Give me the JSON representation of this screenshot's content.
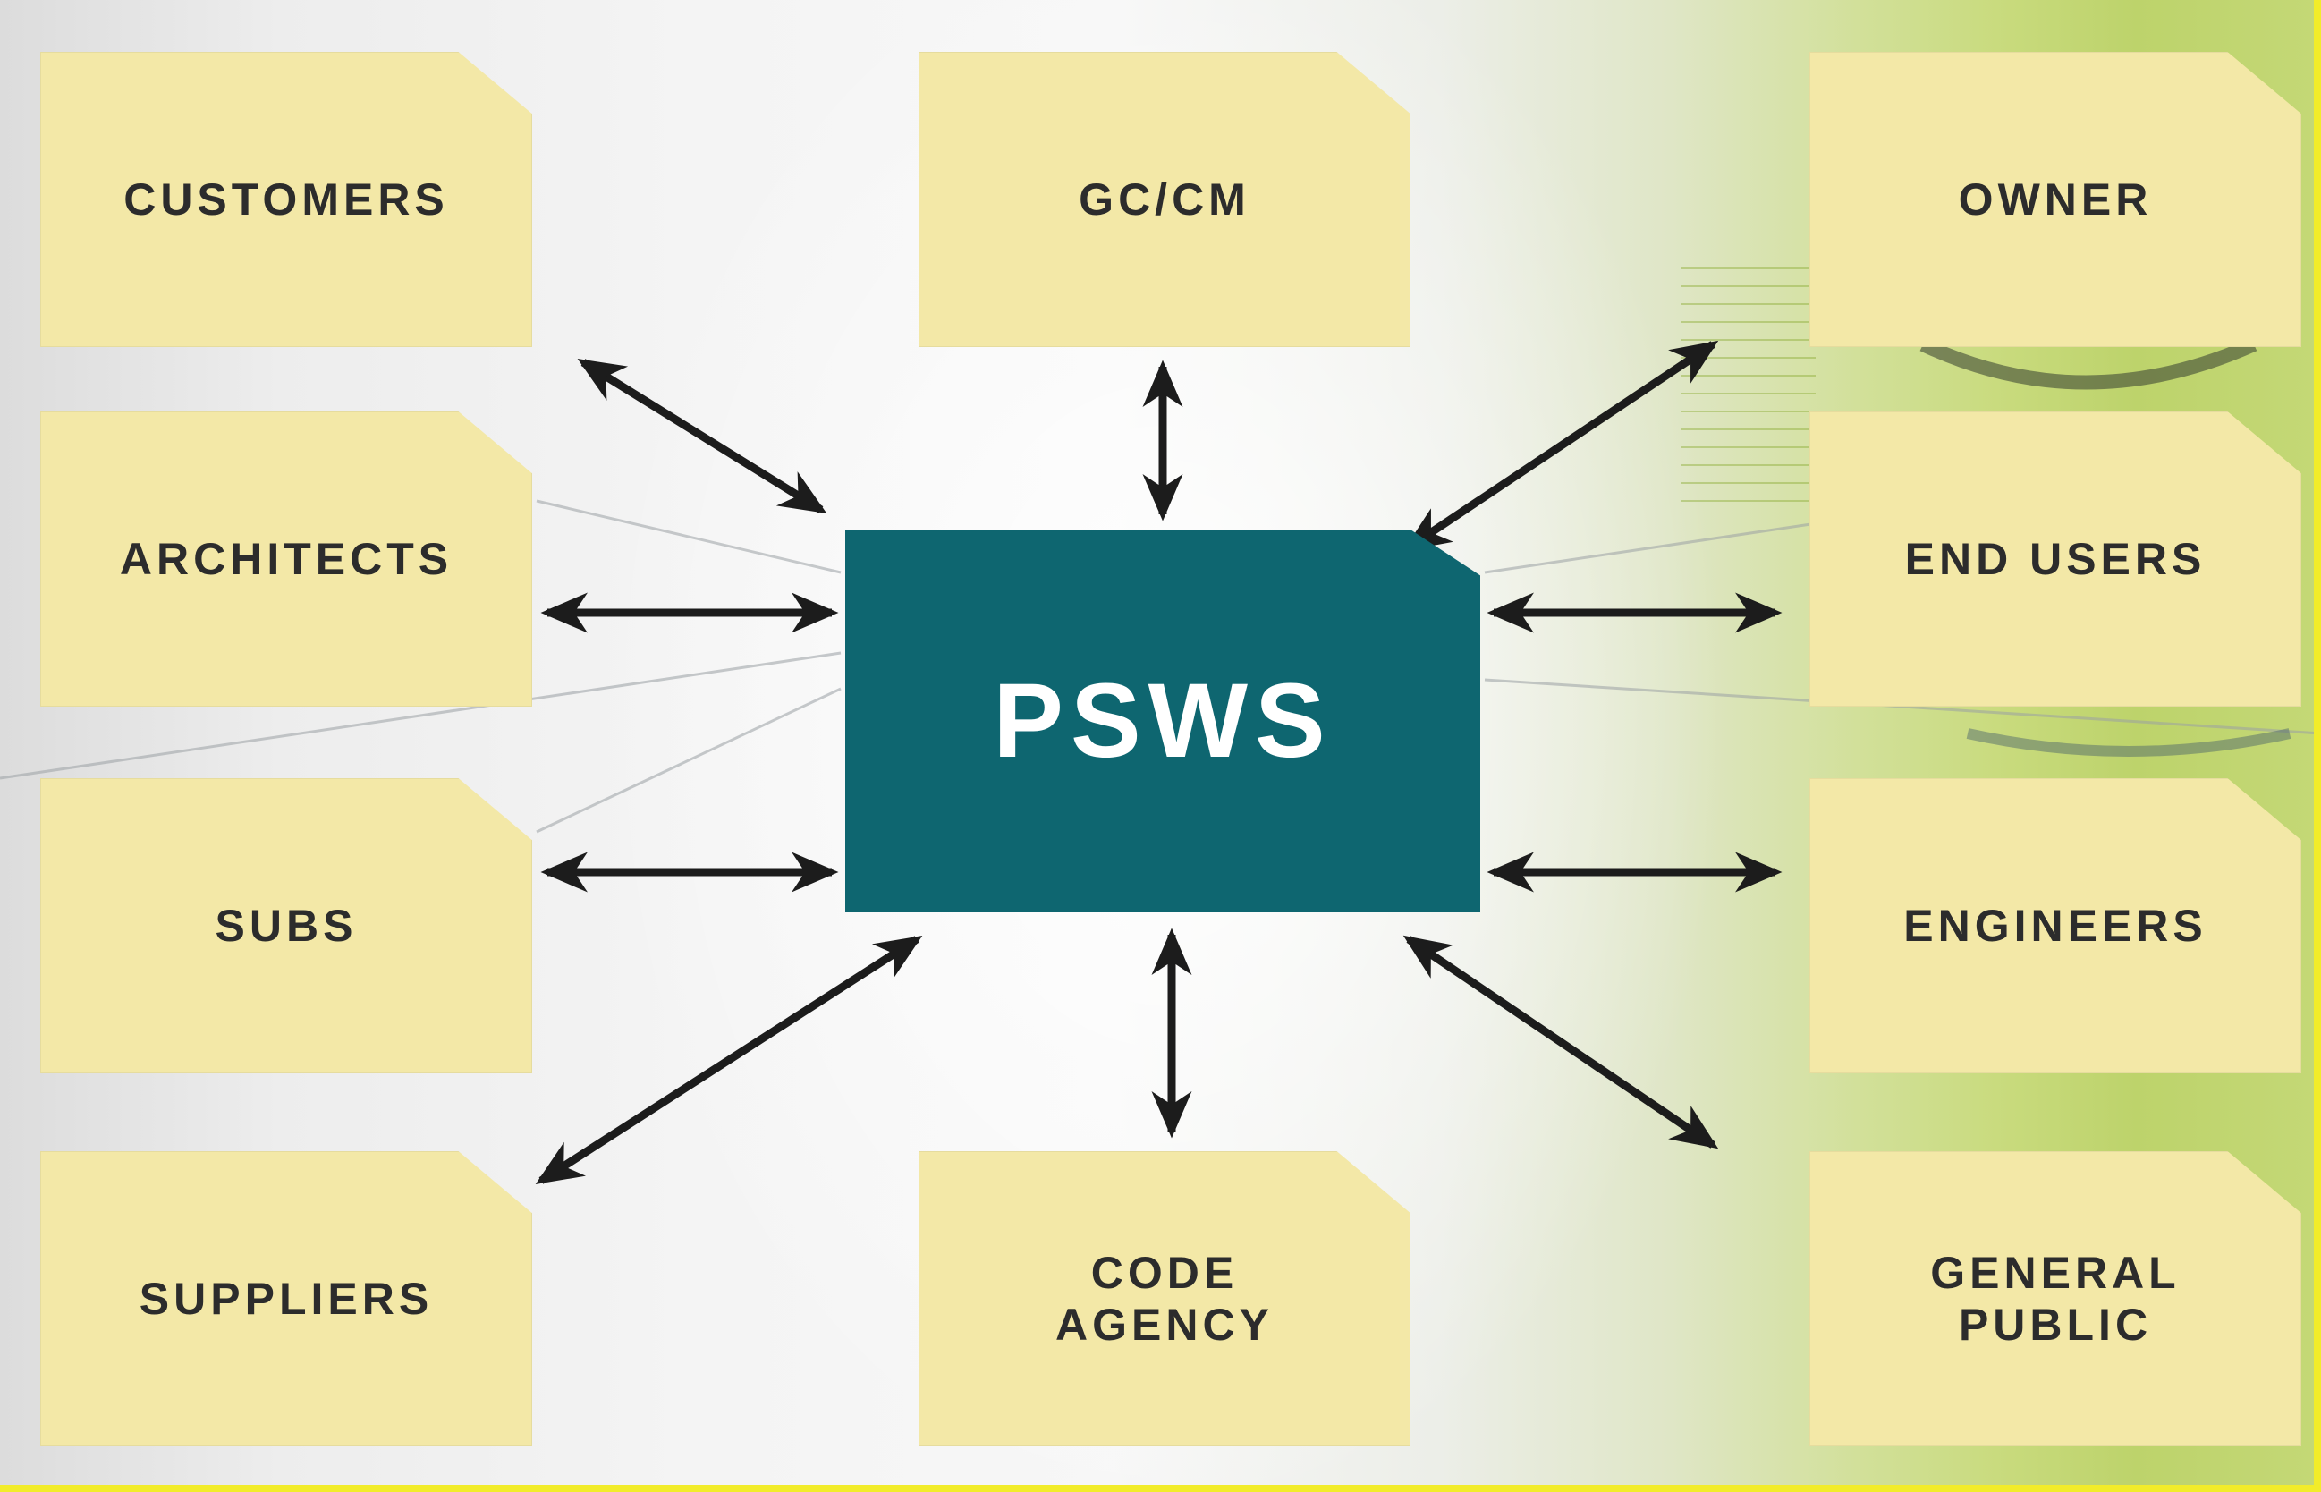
{
  "hub": {
    "label": "PSWS"
  },
  "nodes": {
    "customers": "CUSTOMERS",
    "gc_cm": "GC/CM",
    "owner": "OWNER",
    "architects": "ARCHITECTS",
    "end_users": "END USERS",
    "subs": "SUBS",
    "engineers": "ENGINEERS",
    "suppliers": "SUPPLIERS",
    "code_agency": "CODE\nAGENCY",
    "general_public": "GENERAL\nPUBLIC"
  },
  "colors": {
    "node_fill": "#f3e8a7",
    "hub_fill": "#0e6670",
    "arrow": "#1c1c1c",
    "frame": "#f2ec2a"
  }
}
